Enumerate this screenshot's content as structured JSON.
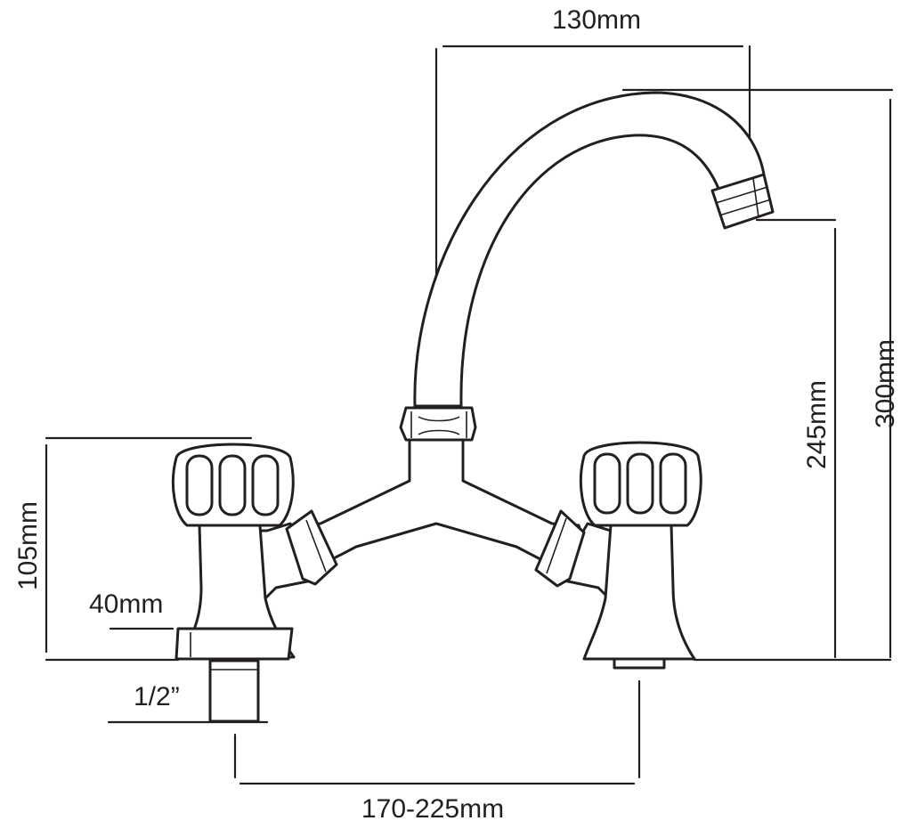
{
  "diagram": {
    "dimensions": {
      "spout_reach": "130mm",
      "outlet_height": "245mm",
      "total_height": "300mm",
      "handle_height": "105mm",
      "base_height": "40mm",
      "thread_size": "1/2”",
      "centres": "170-225mm"
    },
    "colors": {
      "line": "#231f20",
      "background": "#ffffff"
    }
  }
}
